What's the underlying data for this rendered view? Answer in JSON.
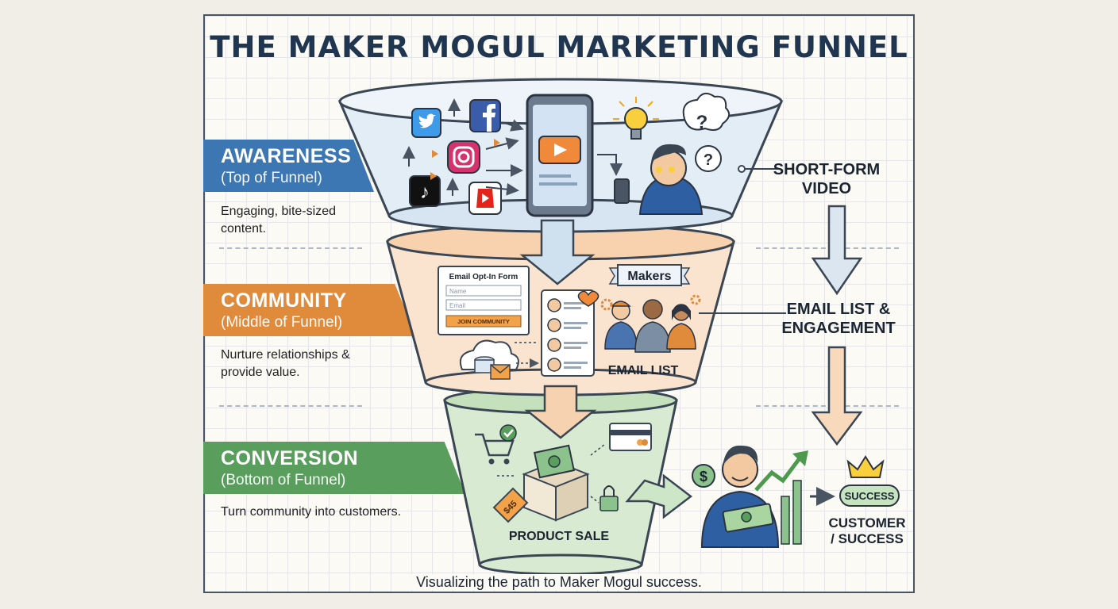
{
  "title": "THE MAKER MOGUL MARKETING FUNNEL",
  "stages": [
    {
      "name": "AWARENESS",
      "sub": "(Top of Funnel)",
      "desc": "Engaging, bite-sized content.",
      "color": "#3c76b3"
    },
    {
      "name": "COMMUNITY",
      "sub": "(Middle of Funnel)",
      "desc": "Nurture relationships & provide value.",
      "color": "#e08a3c"
    },
    {
      "name": "CONVERSION",
      "sub": "(Bottom of Funnel)",
      "desc": "Turn community into customers.",
      "color": "#5a9e5e"
    }
  ],
  "right_labels": {
    "video": [
      "SHORT-FORM",
      "VIDEO"
    ],
    "email": [
      "EMAIL LIST &",
      "ENGAGEMENT"
    ],
    "customer": [
      "CUSTOMER",
      "/ SUCCESS"
    ]
  },
  "funnel": {
    "form_title": "Email Opt-In Form",
    "form_name_placeholder": "Name",
    "form_email_placeholder": "Email",
    "form_button": "JOIN COMMUNITY",
    "makers_label": "Makers",
    "email_list_label": "EMAIL LIST",
    "product_sale_label": "PRODUCT SALE",
    "price_tag": "$45",
    "success_badge": "SUCCESS"
  },
  "icons": [
    "twitter-icon",
    "facebook-icon",
    "instagram-icon",
    "tiktok-icon",
    "shorts-icon",
    "smartphone-icon",
    "play-icon",
    "lightbulb-icon",
    "question-bubble-icon",
    "cloud-database-icon",
    "envelope-icon",
    "heart-icon",
    "gear-icon",
    "shopping-cart-icon",
    "box-icon",
    "credit-card-icon",
    "lock-icon",
    "dollar-coin-icon",
    "crown-icon",
    "growth-chart-icon"
  ],
  "caption": "Visualizing the path to Maker Mogul success."
}
